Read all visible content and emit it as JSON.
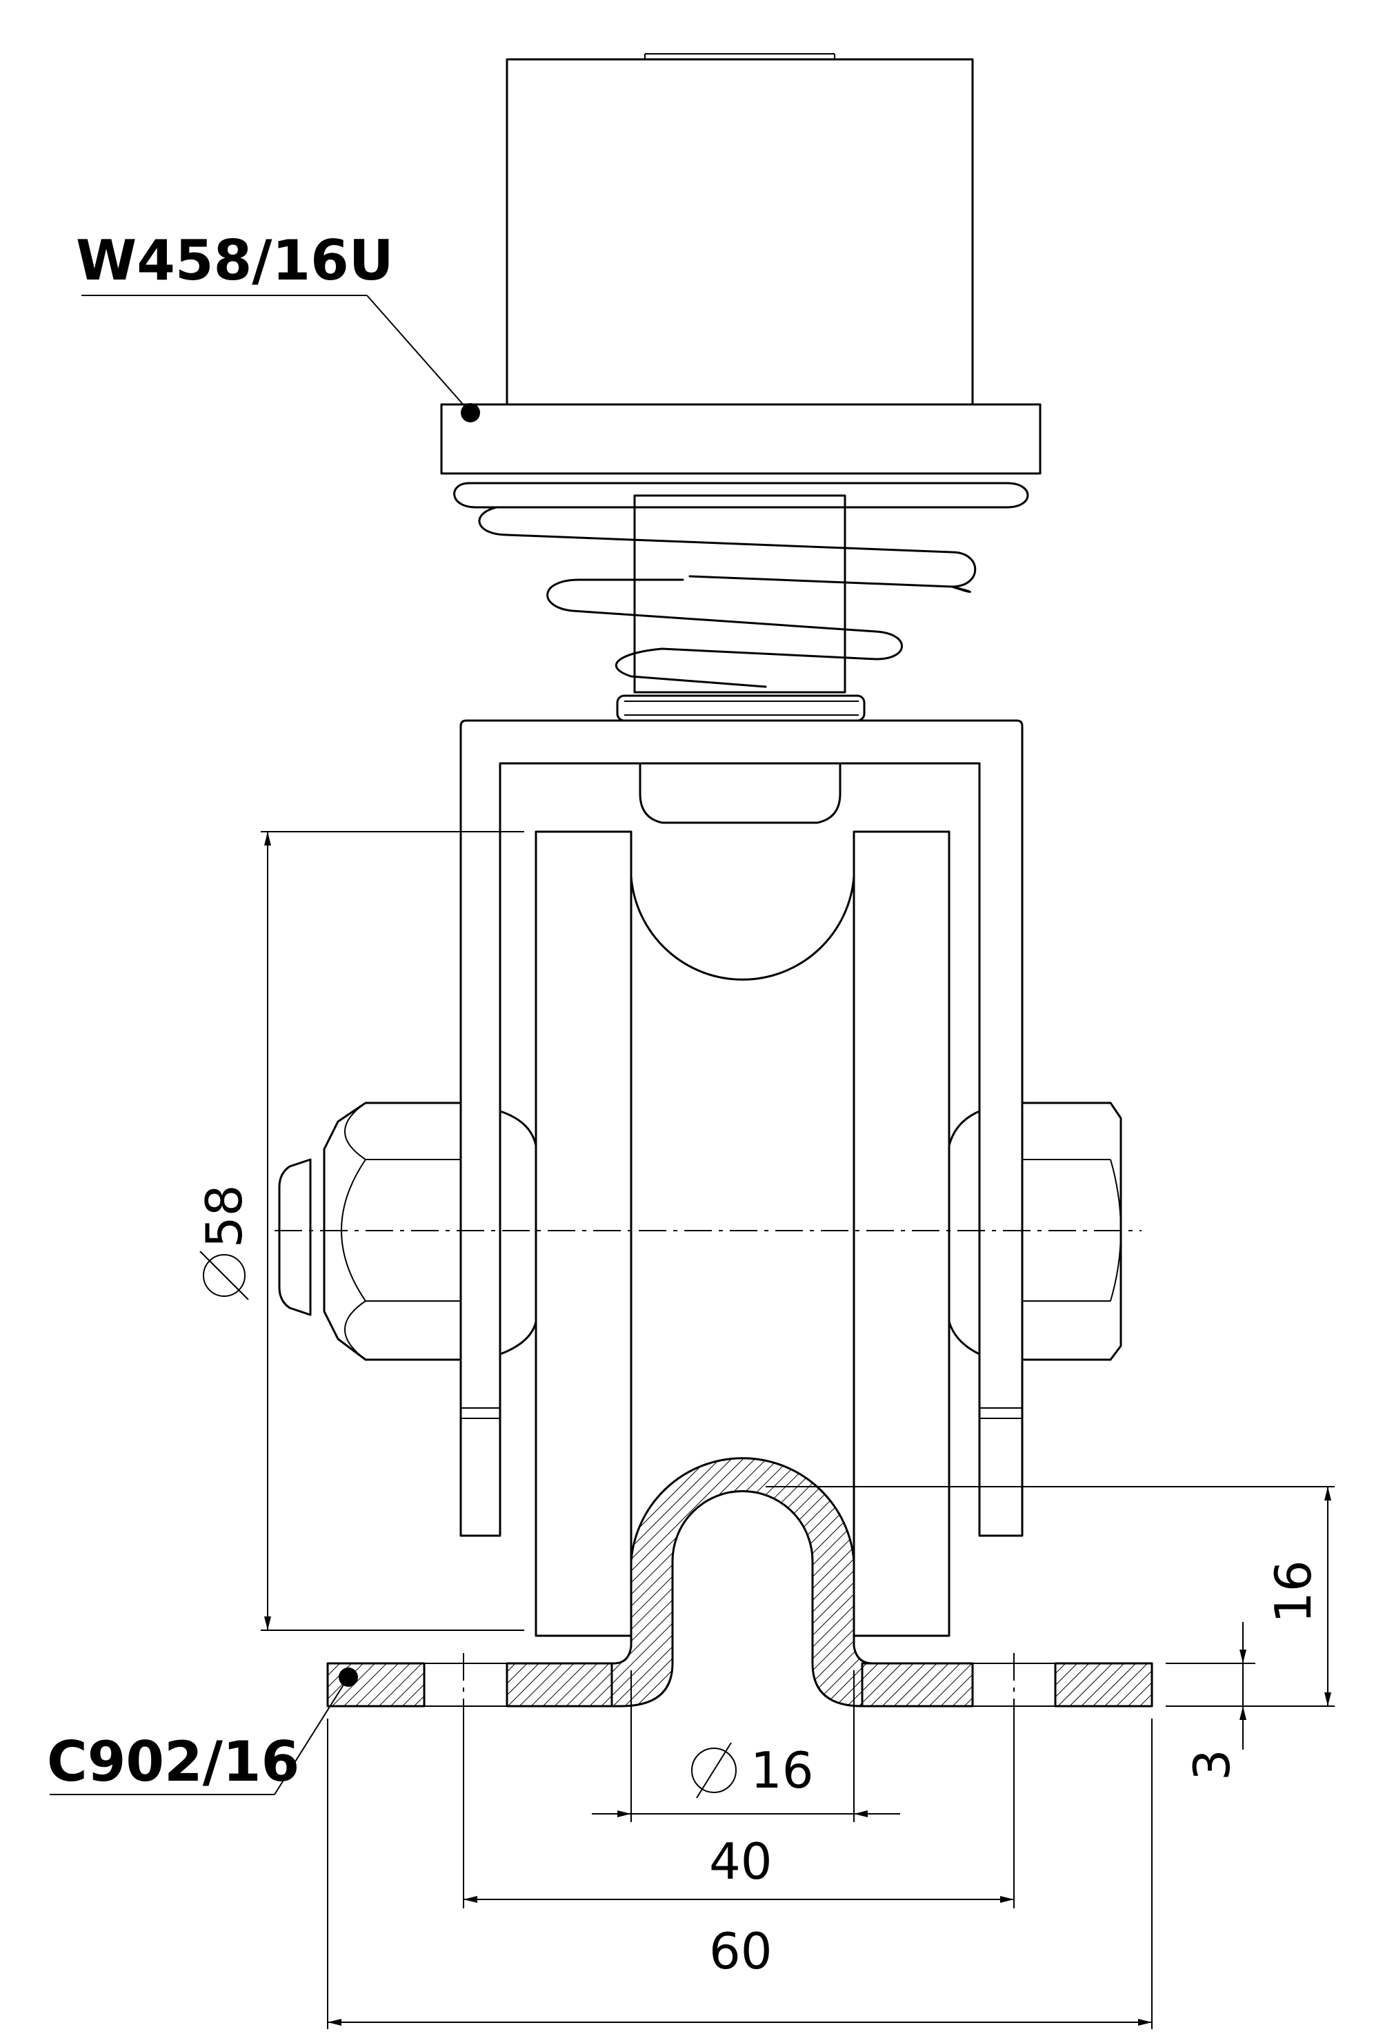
{
  "labels": {
    "top_part": "W458/16U",
    "bottom_part": "C902/16"
  },
  "dimensions": {
    "wheel_diameter": "58",
    "rail_height": "16",
    "plate_thickness": "3",
    "rod_diameter": "16",
    "hole_spacing": "40",
    "plate_width": "60"
  },
  "colors": {
    "line": "#000000",
    "background": "#ffffff"
  }
}
